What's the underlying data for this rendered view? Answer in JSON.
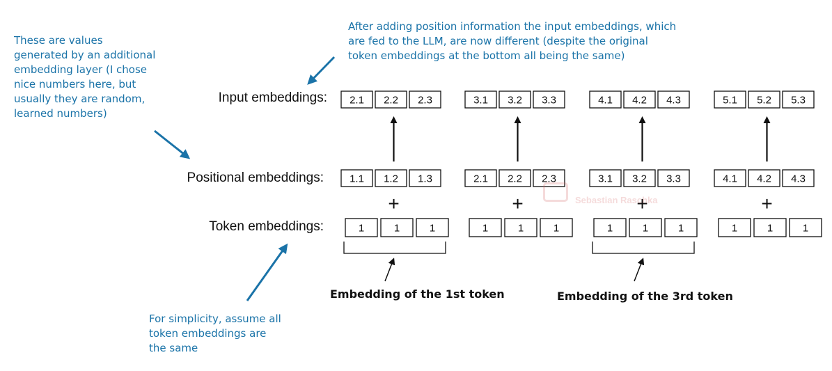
{
  "notes": {
    "top_left": [
      "These are values",
      "generated by an additional",
      "embedding layer (I chose",
      "nice numbers here, but",
      "usually they are random,",
      "learned numbers)"
    ],
    "top_center": [
      "After adding position information the input embeddings, which",
      "are fed to the LLM, are now different (despite the original",
      "token embeddings at the bottom all being the same)"
    ],
    "bottom_left": [
      "For simplicity, assume all",
      "token embeddings are",
      "the same"
    ]
  },
  "row_labels": {
    "input": "Input embeddings:",
    "positional": "Positional embeddings:",
    "token": "Token embeddings:"
  },
  "groups": [
    {
      "input": [
        "2.1",
        "2.2",
        "2.3"
      ],
      "positional": [
        "1.1",
        "1.2",
        "1.3"
      ],
      "token": [
        "1",
        "1",
        "1"
      ]
    },
    {
      "input": [
        "3.1",
        "3.2",
        "3.3"
      ],
      "positional": [
        "2.1",
        "2.2",
        "2.3"
      ],
      "token": [
        "1",
        "1",
        "1"
      ]
    },
    {
      "input": [
        "4.1",
        "4.2",
        "4.3"
      ],
      "positional": [
        "3.1",
        "3.2",
        "3.3"
      ],
      "token": [
        "1",
        "1",
        "1"
      ]
    },
    {
      "input": [
        "5.1",
        "5.2",
        "5.3"
      ],
      "positional": [
        "4.1",
        "4.2",
        "4.3"
      ],
      "token": [
        "1",
        "1",
        "1"
      ]
    }
  ],
  "plus_sign": "+",
  "captions": {
    "first": "Embedding of the 1st token",
    "third": "Embedding of the 3rd token"
  },
  "watermark": "Sebastian Raschka",
  "colors": {
    "note": "#1a73a8",
    "ink": "#111111"
  }
}
